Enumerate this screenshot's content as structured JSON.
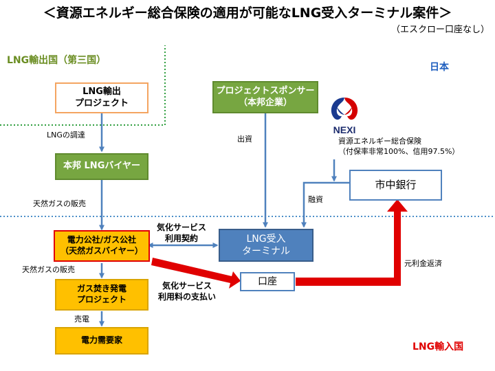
{
  "title": "＜資源エネルギー総合保険の適用が可能なLNG受入ターミナル案件＞",
  "subtitle": "（エスクロー口座なし）",
  "regions": {
    "exporter": "LNG輸出国（第三国）",
    "japan": "日本",
    "importer": "LNG輸入国"
  },
  "boxes": {
    "export_project": [
      "LNG輸出",
      "プロジェクト"
    ],
    "sponsor": [
      "プロジェクトスポンサー",
      "（本邦企業）"
    ],
    "buyer": "本邦 LNGバイヤー",
    "bank": "市中銀行",
    "utility": [
      "電力公社/ガス公社",
      "（天然ガスバイヤー）"
    ],
    "terminal": [
      "LNG受入",
      "ターミナル"
    ],
    "account": "口座",
    "power_project": [
      "ガス焚き発電",
      "プロジェクト"
    ],
    "consumer": "電力需要家"
  },
  "labels": {
    "procurement": "LNGの調達",
    "investment": "出資",
    "gas_sales_1": "天然ガスの販売",
    "gas_sales_2": "天然ガスの販売",
    "electricity_sales": "売電",
    "financing": "融資",
    "repayment": "元利金返済",
    "service_contract": [
      "気化サービス",
      "利用契約"
    ],
    "service_fee": [
      "気化サービス",
      "利用料の支払い"
    ],
    "nexi_insurance": [
      "資源エネルギー総合保険",
      "（付保率非常100%、信用97.5%）"
    ]
  },
  "logo": {
    "text": "NEXI"
  },
  "colors": {
    "green": "#77a641",
    "blue": "#4f81bd",
    "gold": "#ffc000",
    "red": "#e00000",
    "dotted_green": "#2e9e3e",
    "dotted_blue": "#4a8ec8",
    "title_red": "#e00000",
    "japan_blue": "#1f5fbf",
    "exporter_green": "#6b8e23"
  }
}
